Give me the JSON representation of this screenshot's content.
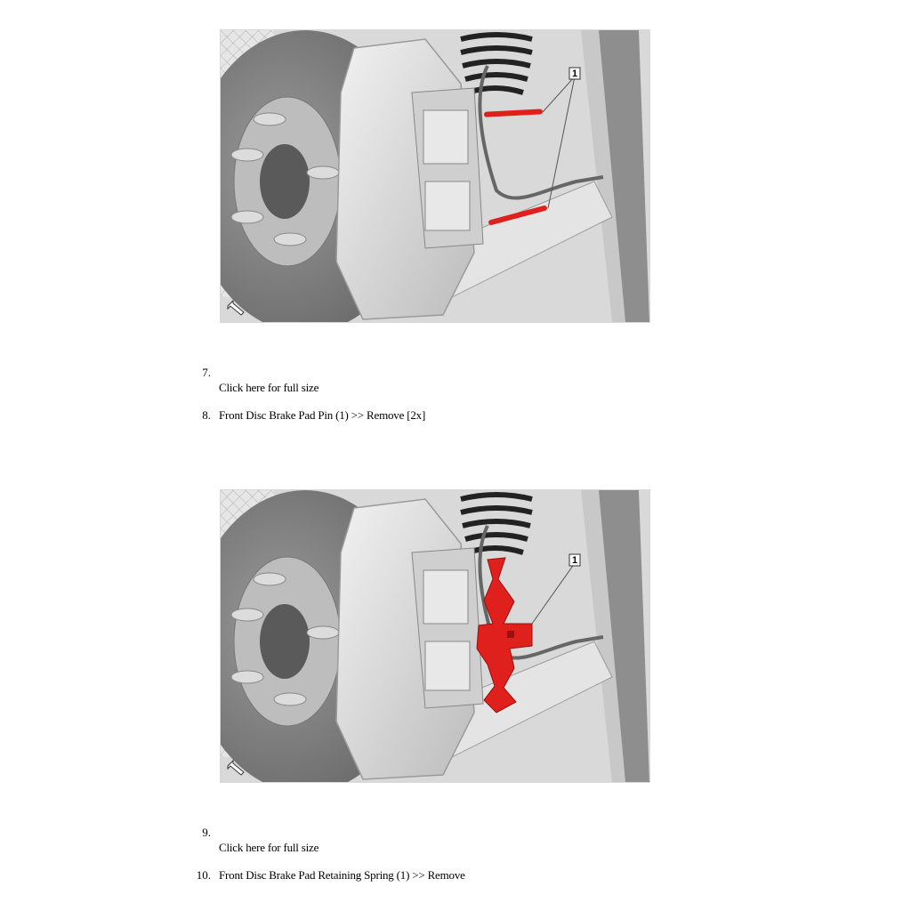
{
  "figures": [
    {
      "callout": "1",
      "highlight_color": "#e0201c"
    },
    {
      "callout": "1",
      "highlight_color": "#e0201c"
    }
  ],
  "steps": [
    {
      "number": "7.",
      "link": "Click here for full size"
    },
    {
      "number": "8.",
      "text": "Front Disc Brake Pad Pin (1) >> Remove [2x]"
    },
    {
      "number": "9.",
      "link": "Click here for full size"
    },
    {
      "number": "10.",
      "text": "Front Disc Brake Pad Retaining Spring (1) >> Remove"
    }
  ]
}
